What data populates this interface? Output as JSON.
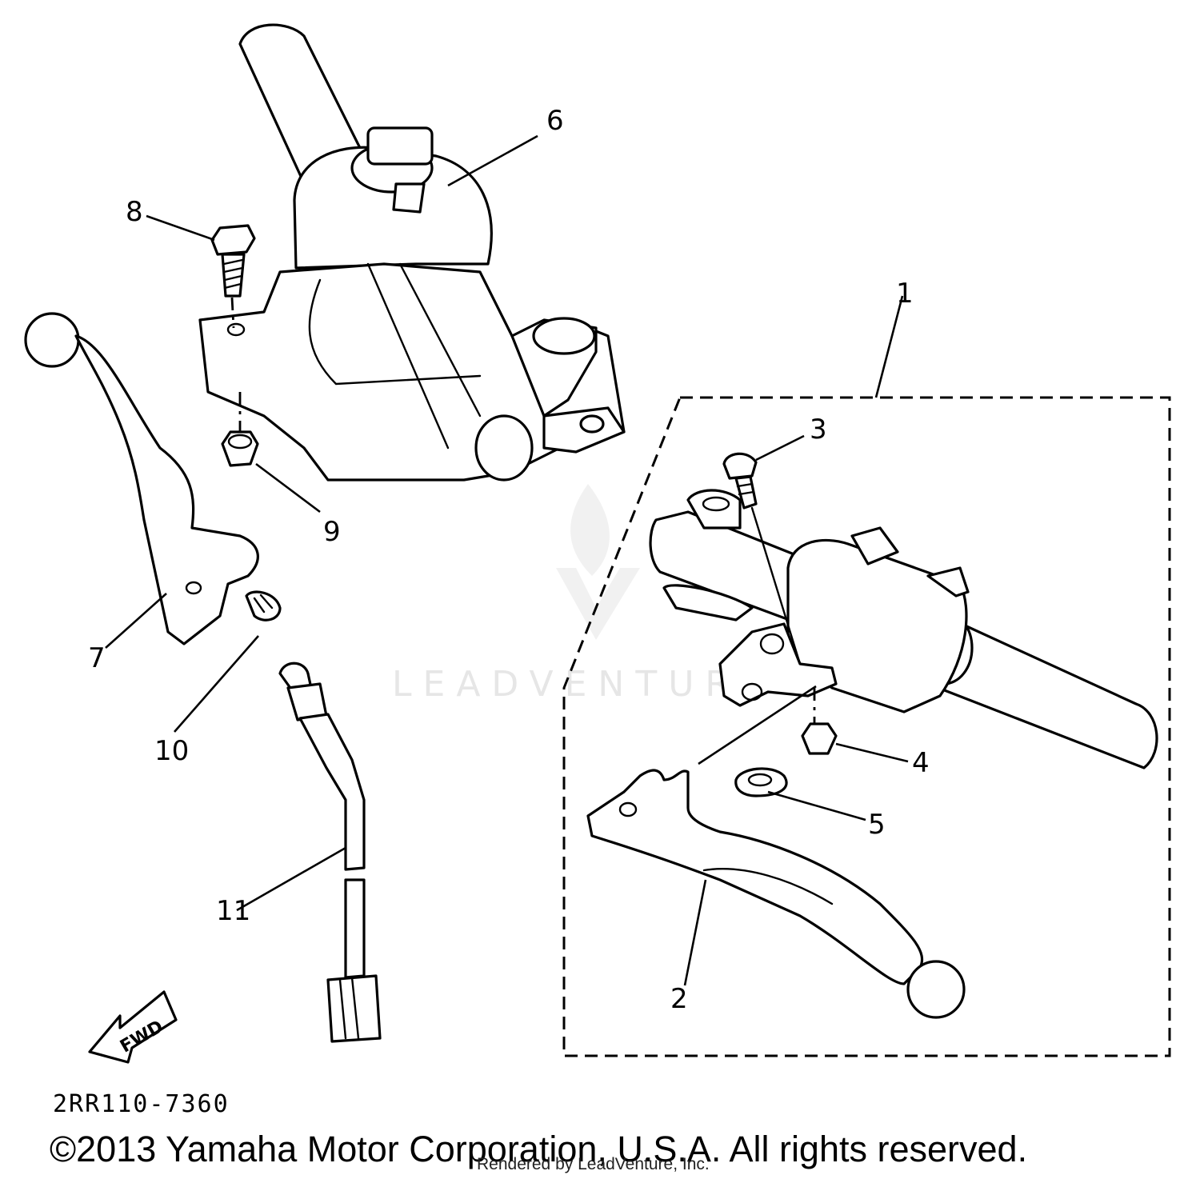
{
  "diagram": {
    "drawing_code": "2RR110-7360",
    "copyright": "©2013 Yamaha Motor Corporation, U.S.A. All rights reserved.",
    "rendered_by": "Rendered by LeadVenture, Inc.",
    "watermark": "LEADVENTURE",
    "fwd_label": "FWD",
    "callouts": [
      "1",
      "2",
      "3",
      "4",
      "5",
      "6",
      "7",
      "8",
      "9",
      "10",
      "11"
    ]
  }
}
